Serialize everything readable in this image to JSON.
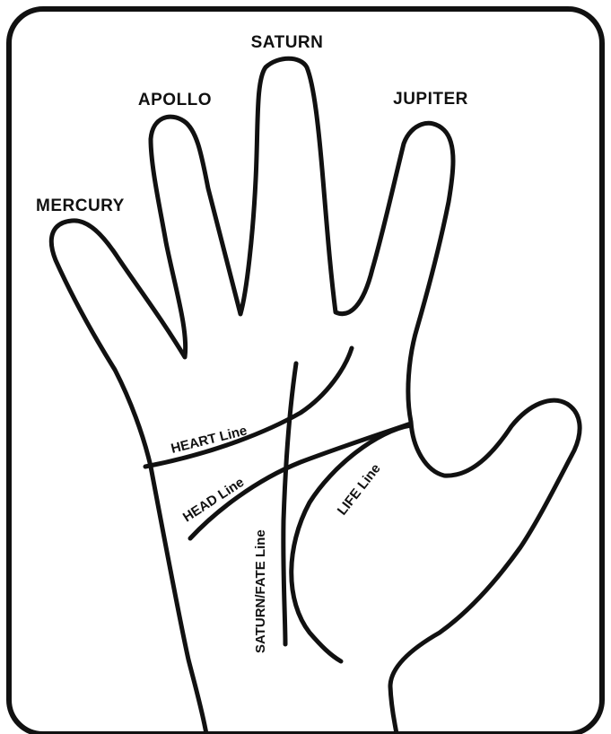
{
  "fingers": {
    "saturn": "SATURN",
    "apollo": "APOLLO",
    "jupiter": "JUPITER",
    "mercury": "MERCURY"
  },
  "lines": {
    "heart": "HEART Line",
    "head": "HEAD Line",
    "life": "LIFE Line",
    "fate": "SATURN/FATE Line"
  }
}
